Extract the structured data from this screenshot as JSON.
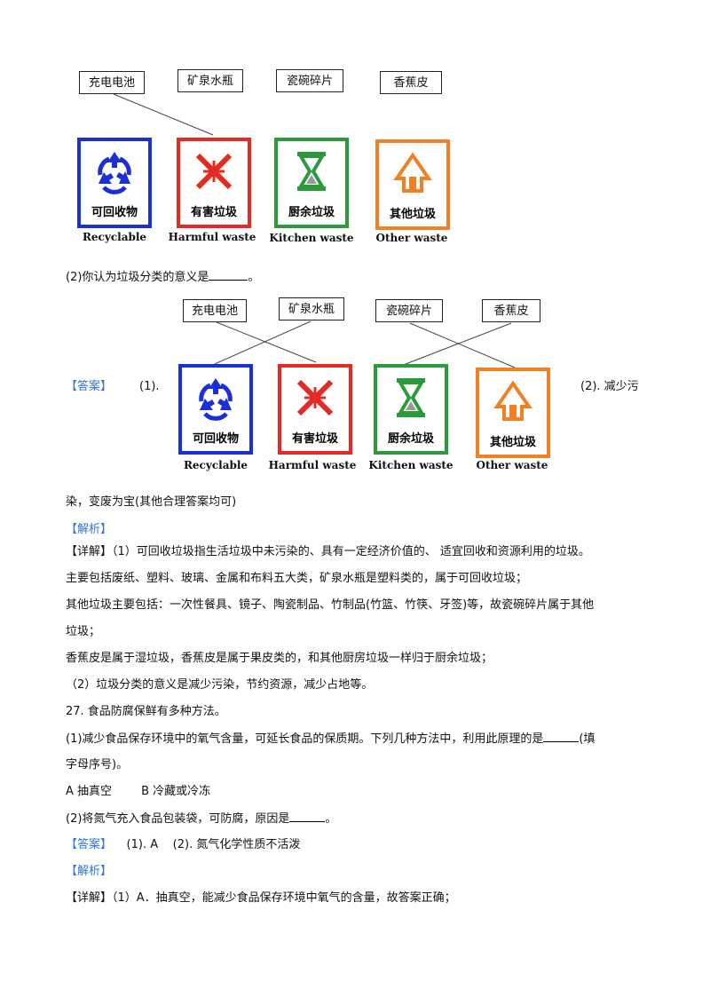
{
  "diagram_top": {
    "boxes": [
      "充电电池",
      "矿泉水瓶",
      "瓷碗碎片",
      "香蕉皮"
    ],
    "bins": [
      {
        "cn": "可回收物",
        "en": "Recyclable",
        "color": "#1a2fd6"
      },
      {
        "cn": "有害垃圾",
        "en": "Harmful waste",
        "color": "#e42b22"
      },
      {
        "cn": "厨余垃圾",
        "en": "Kitchen waste",
        "color": "#2b9a3a"
      },
      {
        "cn": "其他垃圾",
        "en": "Other waste",
        "color": "#f08023"
      }
    ]
  },
  "q2_text": "(2)你认为垃圾分类的意义是",
  "q2_end": "。",
  "answer_block": {
    "tag": "【答案】",
    "part1": "(1).",
    "part2": "(2). 减少污",
    "boxes": [
      "充电电池",
      "矿泉水瓶",
      "瓷碗碎片",
      "香蕉皮"
    ],
    "bins": [
      {
        "cn": "可回收物",
        "en": "Recyclable"
      },
      {
        "cn": "有害垃圾",
        "en": "Harmful waste"
      },
      {
        "cn": "厨余垃圾",
        "en": "Kitchen waste"
      },
      {
        "cn": "其他垃圾",
        "en": "Other waste"
      }
    ],
    "continuation": "染，变废为宝(其他合理答案均可)"
  },
  "analysis_tag": "【解析】",
  "detail": {
    "line1": "【详解】（1）可回收垃圾指生活垃圾中未污染的、具有一定经济价值的、 适宜回收和资源利用的垃圾。",
    "line2": "主要包括废纸、塑料、玻璃、金属和布料五大类，矿泉水瓶是塑料类的，属于可回收垃圾；",
    "line3": "其他垃圾主要包括：一次性餐具、镜子、陶瓷制品、竹制品(竹篮、竹筷、牙签)等，故瓷碗碎片属于其他",
    "line4": "垃圾；",
    "line5": "香蕉皮是属于湿垃圾，香蕉皮是属于果皮类的，和其他厨房垃圾一样归于厨余垃圾；",
    "line6": "（2）垃圾分类的意义是减少污染，节约资源，减少占地等。"
  },
  "q27": {
    "title": "27. 食品防腐保鲜有多种方法。",
    "q1_a": "(1)减少食品保存环境中的氧气含量，可延长食品的保质期。下列几种方法中，利用此原理的是",
    "q1_b": "(填",
    "q1_c": "字母序号)。",
    "options": "A 抽真空        B 冷藏或冷冻",
    "q2": "(2)将氮气充入食品包装袋，可防腐，原因是",
    "q2_end": "。",
    "answer_tag": "【答案】",
    "answer_text": "(1). A    (2). 氮气化学性质不活泼",
    "analysis_tag": "【解析】",
    "detail": "【详解】（1）A．抽真空，能减少食品保存环境中氧气的含量，故答案正确；"
  }
}
